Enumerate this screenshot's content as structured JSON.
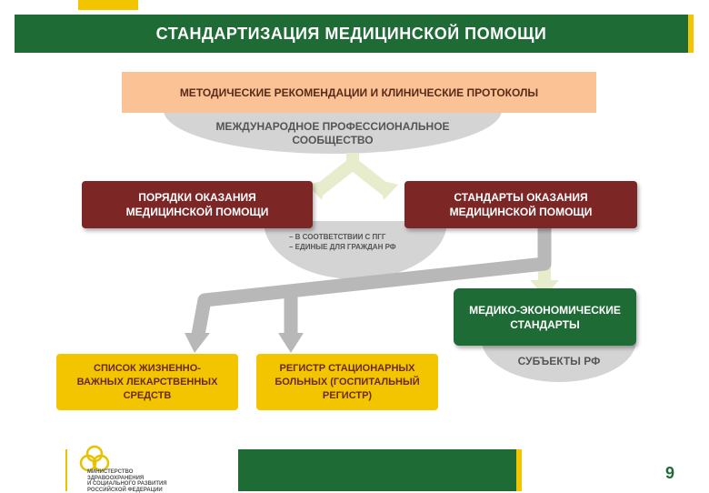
{
  "header": {
    "title": "СТАНДАРТИЗАЦИЯ МЕДИЦИНСКОЙ ПОМОЩИ"
  },
  "diagram": {
    "methodical": "МЕТОДИЧЕСКИЕ РЕКОМЕНДАЦИИ И КЛИНИЧЕСКИЕ ПРОТОКОЛЫ",
    "international_line1": "МЕЖДУНАРОДНОЕ ПРОФЕССИОНАЛЬНОЕ",
    "international_line2": "СООБЩЕСТВО",
    "order_line1": "ПОРЯДКИ ОКАЗАНИЯ",
    "order_line2": "МЕДИЦИНСКОЙ ПОМОЩИ",
    "standards_line1": "СТАНДАРТЫ ОКАЗАНИЯ",
    "standards_line2": "МЕДИЦИНСКОЙ ПОМОЩИ",
    "ppg_line1": "– В СООТВЕТСТВИИ С ПГГ",
    "ppg_line2": "– ЕДИНЫЕ ДЛЯ ГРАЖДАН РФ",
    "mes_line1": "МЕДИКО-ЭКОНОМИЧЕСКИЕ",
    "mes_line2": "СТАНДАРТЫ",
    "subjects": "СУБЪЕКТЫ РФ",
    "list_line1": "СПИСОК ЖИЗНЕННО-",
    "list_line2": "ВАЖНЫХ ЛЕКАРСТВЕННЫХ",
    "list_line3": "СРЕДСТВ",
    "registry_line1": "РЕГИСТР СТАЦИОНАРНЫХ",
    "registry_line2": "БОЛЬНЫХ (ГОСПИТАЛЬНЫЙ",
    "registry_line3": "РЕГИСТР)"
  },
  "footer": {
    "ministry_line1": "МИНИСТЕРСТВО",
    "ministry_line2": "ЗДРАВООХРАНЕНИЯ",
    "ministry_line3": "И СОЦИАЛЬНОГО РАЗВИТИЯ",
    "ministry_line4": "РОССИЙСКОЙ ФЕДЕРАЦИИ",
    "page_number": "9"
  },
  "colors": {
    "green": "#1f6b36",
    "yellow": "#f2c500",
    "dark_red": "#7c2626",
    "peach": "#fbc395",
    "gray": "#d4d4d4",
    "arrow_light": "#e6eccc",
    "arrow_gray": "#b8b8b8"
  }
}
